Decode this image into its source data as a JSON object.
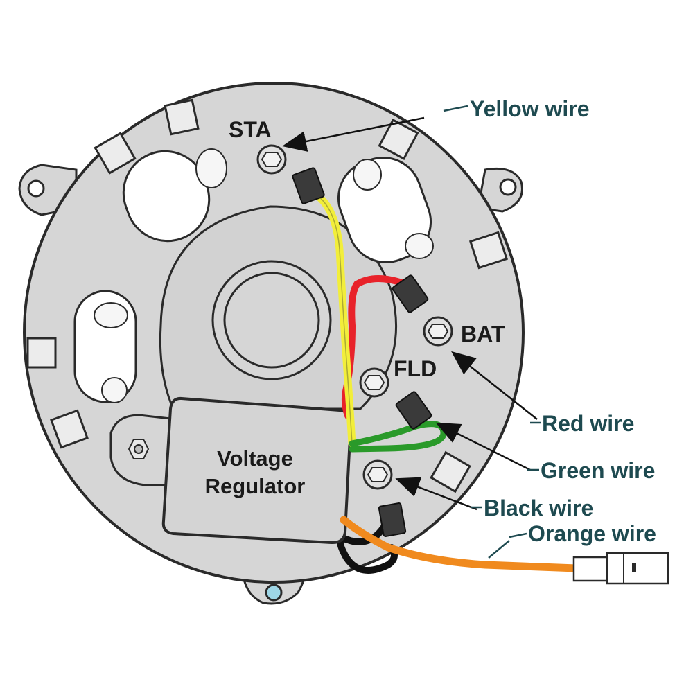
{
  "terminals": {
    "sta": "STA",
    "bat": "BAT",
    "fld": "FLD"
  },
  "regulator": {
    "line1": "Voltage",
    "line2": "Regulator"
  },
  "callouts": {
    "yellow": "Yellow wire",
    "red": "Red wire",
    "green": "Green wire",
    "black": "Black wire",
    "orange": "Orange wire"
  },
  "colors": {
    "housing": "#d6d6d6",
    "outline": "#2a2a2a",
    "yellow_wire": "#f2ee3a",
    "red_wire": "#e8222a",
    "green_wire": "#2a9a2a",
    "black_wire": "#111111",
    "orange_wire": "#f08a1e",
    "callout_text": "#1e4a50"
  }
}
